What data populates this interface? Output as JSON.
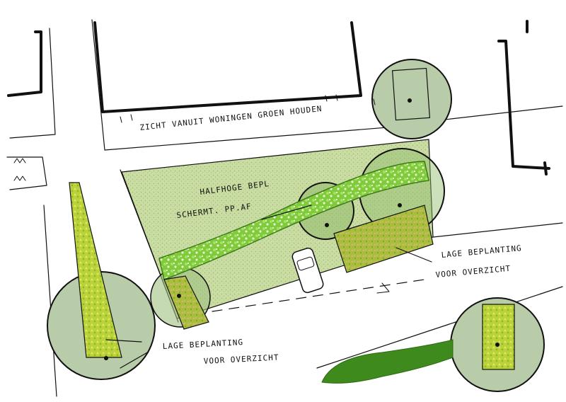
{
  "labels": {
    "top_note": "ZICHT VANUIT WONINGEN GROEN HOUDEN",
    "middle_line1": "HALFHOGE BEPL",
    "middle_line2": "SCHERMT. PP.AF",
    "right_line1": "LAGE BEPLANTING",
    "right_line2": "VOOR OVERZICHT",
    "bottom_line1": "LAGE BEPLANTING",
    "bottom_line2": "VOOR OVERZICHT"
  },
  "colors": {
    "paper": "#ffffff",
    "ink": "#111111",
    "lawn": "#c9dca1",
    "tree_canopy": "#b9ccaa",
    "hedge_light": "#8fd14f",
    "hedge_bright": "#6cc62a",
    "low_planting": "#9fbf3a",
    "low_planting_pink": "#e0b090",
    "dark_hedge": "#3f8a1c"
  }
}
